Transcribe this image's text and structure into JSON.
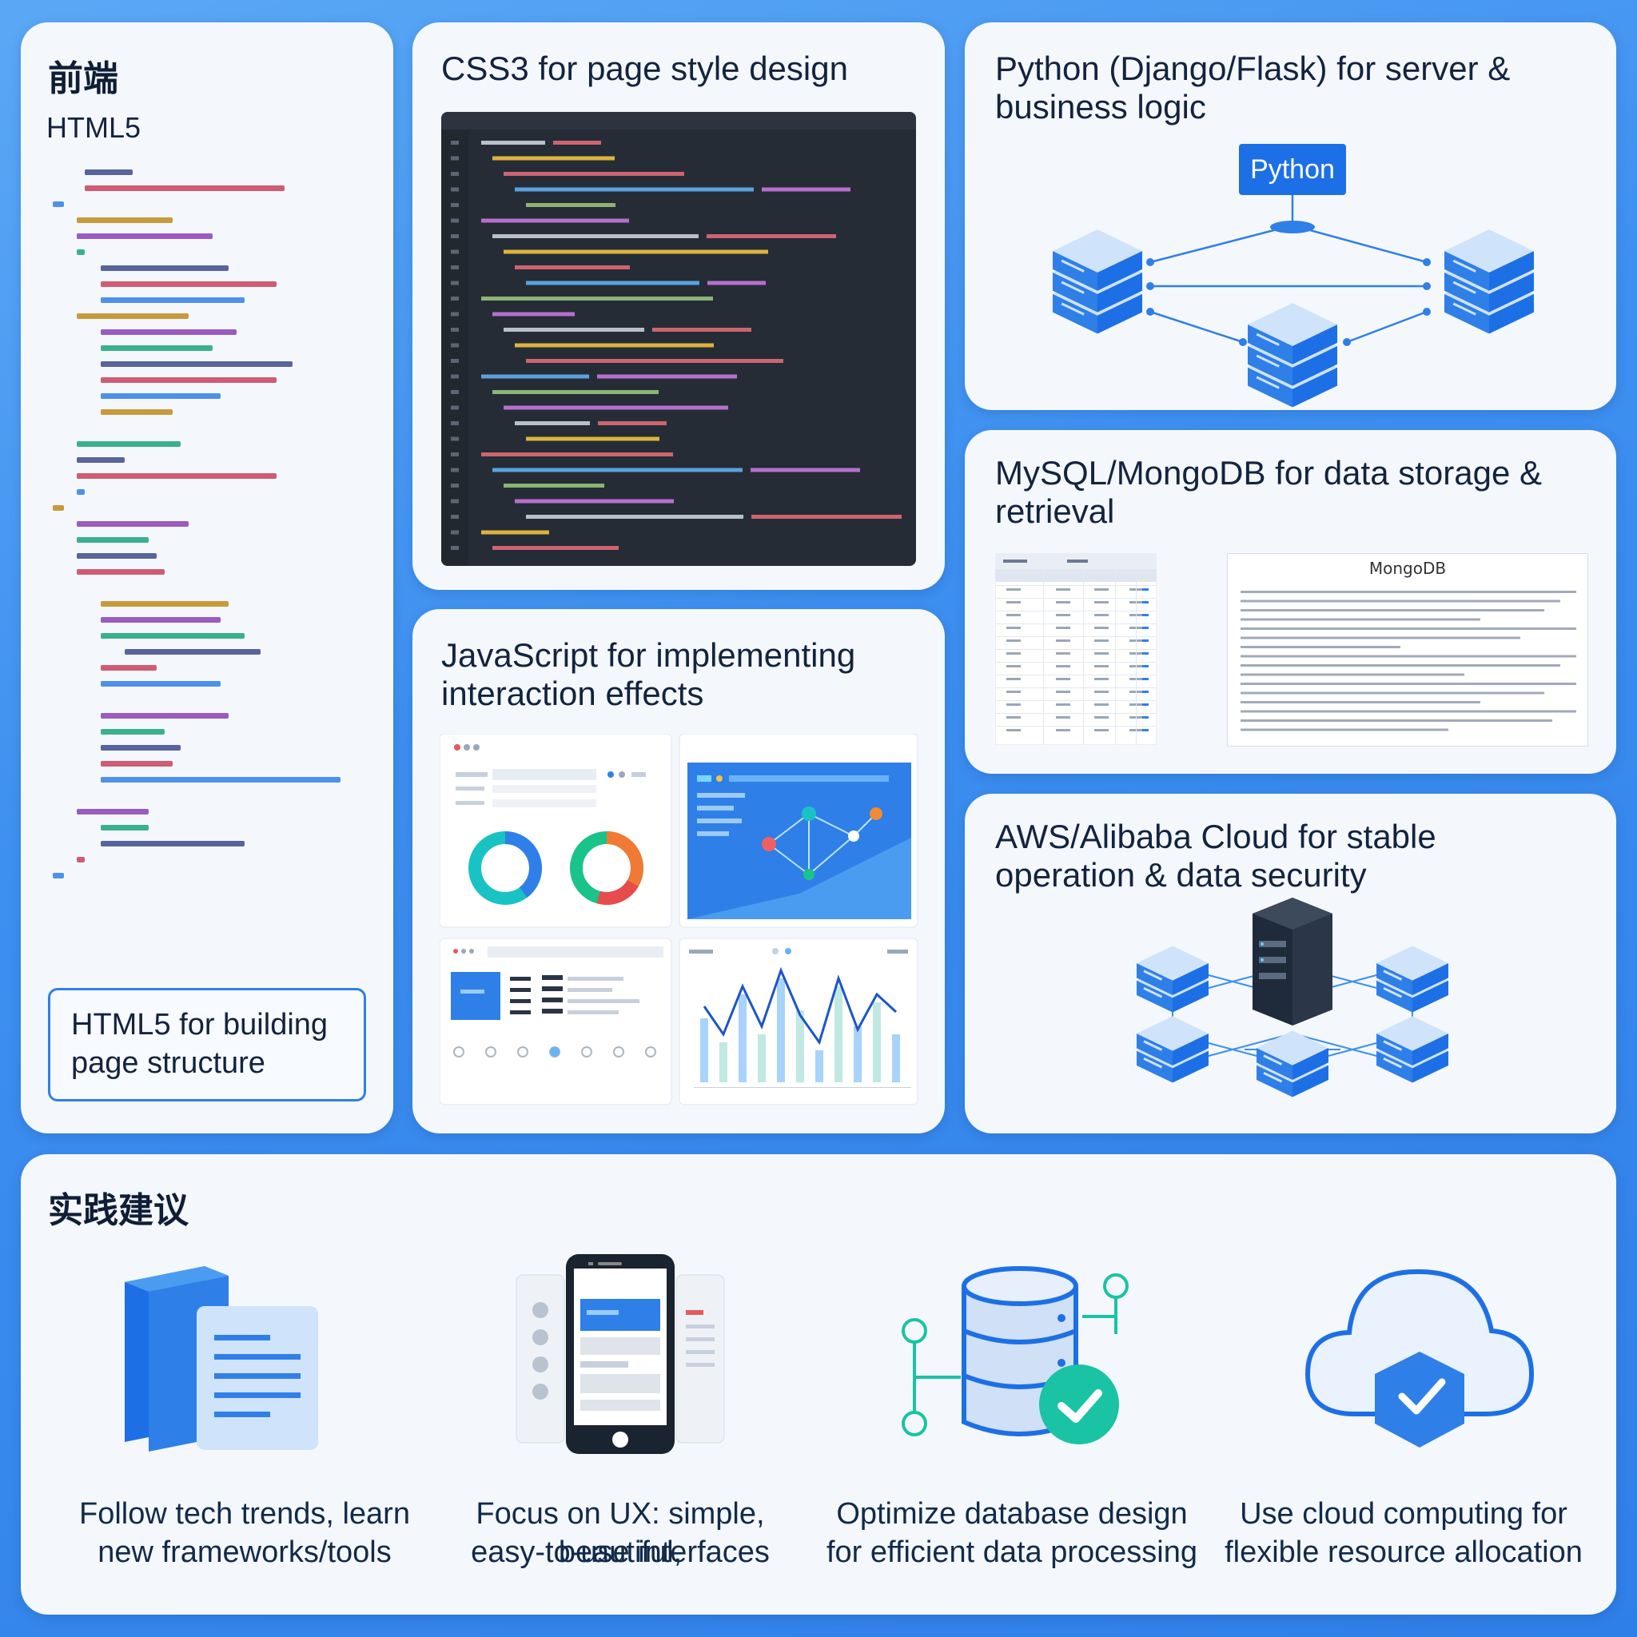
{
  "frontend": {
    "heading": "前端",
    "html_label": "HTML5",
    "box_text_1": "HTML5 for building",
    "box_text_2": "page structure"
  },
  "css": {
    "title": "CSS3 for page style design"
  },
  "js": {
    "title_1": "JavaScript for implementing",
    "title_2": "interaction effects"
  },
  "python": {
    "title_1": "Python (Django/Flask) for server &",
    "title_2": "business logic",
    "badge": "Python"
  },
  "db": {
    "title_1": "MySQL/MongoDB for data storage &",
    "title_2": "retrieval",
    "mongo_label": "MongoDB"
  },
  "cloud": {
    "title_1": "AWS/Alibaba Cloud for stable",
    "title_2": "operation & data security"
  },
  "practice": {
    "heading": "实践建议",
    "items": [
      {
        "line1": "Follow tech trends, learn",
        "line2": "new frameworks/tools",
        "icon": "book-icon"
      },
      {
        "line1": "Focus on UX: simple, beautiful,",
        "line2": "easy-to-use interfaces",
        "icon": "mobile-icon"
      },
      {
        "line1": "Optimize database design",
        "line2": "for efficient data processing",
        "icon": "database-check-icon"
      },
      {
        "line1": "Use cloud computing for",
        "line2": "flexible resource allocation",
        "icon": "cloud-shield-icon"
      }
    ]
  },
  "colors": {
    "accent": "#2f7fe8",
    "dark_code_bg": "#252c36",
    "teal": "#19c3a4"
  }
}
